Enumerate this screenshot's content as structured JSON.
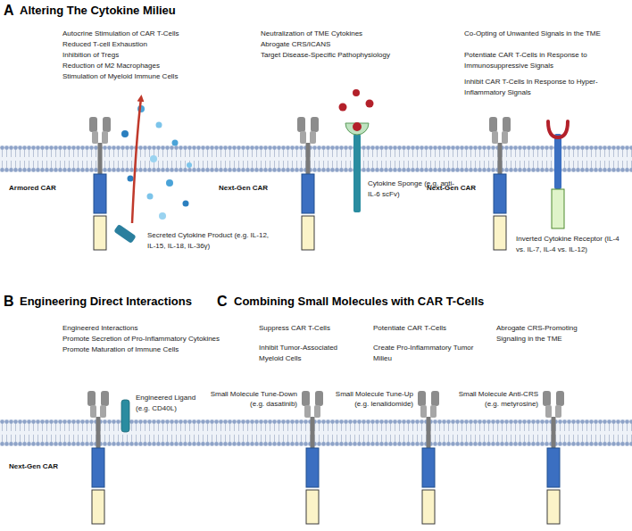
{
  "diagram": {
    "labels": [
      "A",
      "Altering The Cytokine Milieu",
      "Autocrine Stimulation of CAR T-Cells",
      "Reduced T-cell Exhaustion",
      "Inhibition of Tregs",
      "Reduction of M2 Macrophages",
      "Stimulation of Myeloid Immune Cells",
      "Neutralization of TME Cytokines",
      "Abrogate CRS/ICANS",
      "Target Disease-Specific Pathophysiology",
      "Co-Opting of Unwanted Signals in the TME",
      "Potentiate CAR T-Cells in Response to Immunosuppressive Signals",
      "Inhibit CAR T-Cells In Response to Hyper-Inflammatory Signals",
      "Armored CAR",
      "Secreted Cytokine Product (e.g. IL-12, IL-15, IL-18, IL-36γ)",
      "Next-Gen CAR",
      "Cytokine Sponge (e.g. anti-IL-6 scFv)",
      "Next-Gen CAR",
      "Inverted Cytokine Receptor (IL-4 vs. IL-7, IL-4 vs. IL-12)",
      "B",
      "Engineering Direct Interactions",
      "Engineered Interactions",
      "Promote Secretion of Pro-Inflammatory Cytokines",
      "Promote Maturation of Immune Cells",
      "Next-Gen CAR",
      "Engineered Ligand (e.g. CD40L)",
      "C",
      "Combining Small Molecules with CAR T-Cells",
      "Suppress CAR T-Cells",
      "Inhibit Tumor-Associated Myeloid Cells",
      "Potentiate CAR T-Cells",
      "Create Pro-Inflammatory Tumor Milieu",
      "Abrogate CRS-Promoting Signaling in the TME",
      "Small Molecule Tune-Down (e.g. dasatinib)",
      "Small Molecule Tune-Up (e.g. lenalidomide)",
      "Small Molecule Anti-CRS (e.g. metyrosine)"
    ]
  }
}
